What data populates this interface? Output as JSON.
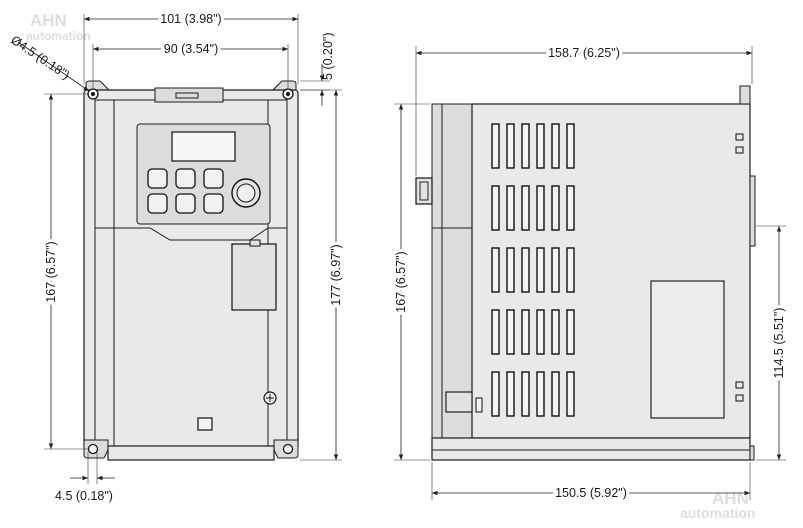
{
  "watermark": {
    "top_brand": "AHN",
    "top_sub": "automation",
    "bottom_brand": "AHN",
    "bottom_sub": "automation"
  },
  "front_view": {
    "dim_overall_width": "101 (3.98\")",
    "dim_mount_width": "90 (3.54\")",
    "dim_hole_diameter": "Ø4.5 (0.18\")",
    "dim_top_offset": "5 (0.20\")",
    "dim_mount_height": "167 (6.57\")",
    "dim_overall_height": "177 (6.97\")",
    "dim_bottom_offset": "4.5 (0.18\")"
  },
  "side_view": {
    "dim_overall_depth": "158.7 (6.25\")",
    "dim_height": "167 (6.57\")",
    "dim_rail_height": "114.5 (5.51\")",
    "dim_body_depth": "150.5 (5.92\")"
  },
  "colors": {
    "housing": "#e9e9e9",
    "line": "#1c1c1c",
    "watermark": "#dedede"
  }
}
